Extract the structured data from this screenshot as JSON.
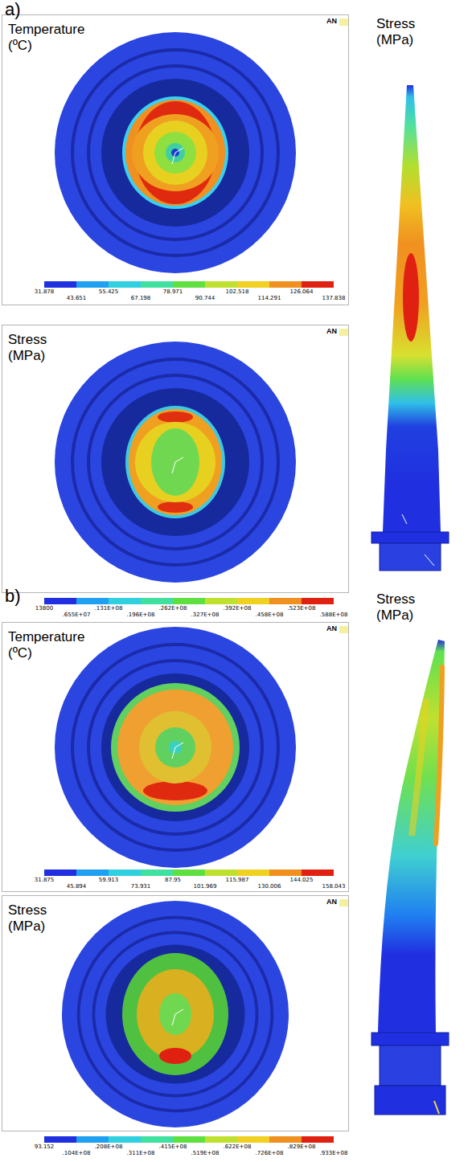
{
  "diagram": {
    "nodes": [
      {
        "text": [
          "Temperature (ºC)"
        ]
      },
      {
        "text": [
          "Stress (MPa)"
        ]
      },
      {
        "text": [
          "Temperature (ºC)"
        ]
      },
      {
        "text": [
          "Stress (MPa)"
        ]
      }
    ],
    "labels": [
      "a)",
      "Stress (MPa)",
      "AN",
      "31.878",
      "43.651",
      "55.425",
      "67.198",
      "78.971",
      "90.744",
      "102.518",
      "114.291",
      "126.064",
      "137.838",
      "AN",
      "13800",
      ".655E+07",
      ".131E+08",
      ".196E+08",
      ".262E+08",
      ".327E+08",
      ".392E+08",
      ".458E+08",
      ".523E+08",
      ".588E+08",
      "b)",
      "Stress (MPa)",
      "AN",
      "31.875",
      "45.894",
      "59.913",
      "73.931",
      "87.95",
      "101.969",
      "115.987",
      "130.006",
      "144.025",
      "158.043",
      "AN",
      "93.152",
      ".104E+08",
      ".208E+08",
      ".311E+08",
      ".415E+08",
      ".519E+08",
      ".622E+08",
      ".726E+08",
      ".829E+08",
      ".933E+08"
    ]
  }
}
